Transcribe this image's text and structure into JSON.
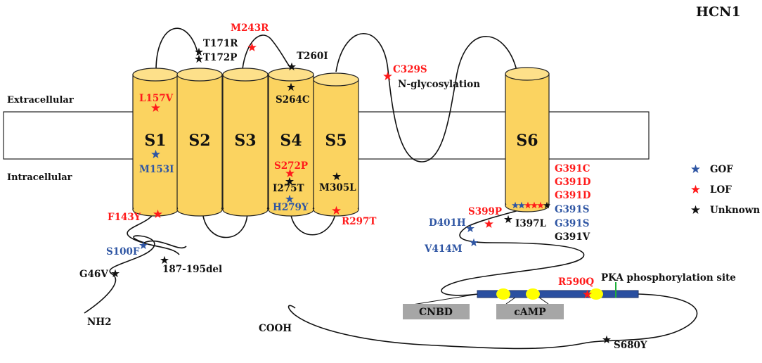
{
  "title": "HCN1",
  "regions": {
    "extracellular": "Extracellular",
    "intracellular": "Intracellular"
  },
  "segments": [
    "S1",
    "S2",
    "S3",
    "S4",
    "S5",
    "S6"
  ],
  "mutations": {
    "l157v": "L157V",
    "m153i": "M153I",
    "t171r": "T171R",
    "t172p": "T172P",
    "m243r": "M243R",
    "t260i": "T260I",
    "s264c": "S264C",
    "s272p": "S272P",
    "i275t": "I275T",
    "h279y": "H279Y",
    "m305l": "M305L",
    "r297t": "R297T",
    "c329s": "C329S",
    "f143y": "F143Y",
    "s100f": "S100F",
    "g46v": "G46V",
    "del187": "187-195del",
    "g391c": "G391C",
    "g391d_1": "G391D",
    "g391d_2": "G391D",
    "g391s_1": "G391S",
    "g391s_2": "G391S",
    "g391v": "G391V",
    "s399p": "S399P",
    "d401h": "D401H",
    "i397l": "I397L",
    "v414m": "V414M",
    "r590q": "R590Q",
    "s680y": "S680Y"
  },
  "site_labels": {
    "nglyc": "N-glycosylation",
    "pka": "PKA phosphorylation site",
    "nterm": "NH2",
    "cterm": "COOH"
  },
  "domains": {
    "cnbd": "CNBD",
    "camp": "cAMP"
  },
  "legend": [
    {
      "label": "GOF",
      "color": "#2e55a3"
    },
    {
      "label": "LOF",
      "color": "#ff1a1a"
    },
    {
      "label": "Unknown",
      "color": "#111111"
    }
  ],
  "colors": {
    "red": "#ff1a1a",
    "blue": "#2e55a3",
    "black": "#111111",
    "helix_fill": "#fbd360",
    "helix_top": "#fde08a",
    "domain_bar": "#2a4fa0",
    "domain_box": "#a6a6a6",
    "yellow_mark": "#ffff00",
    "green_mark": "#1fae3a"
  }
}
